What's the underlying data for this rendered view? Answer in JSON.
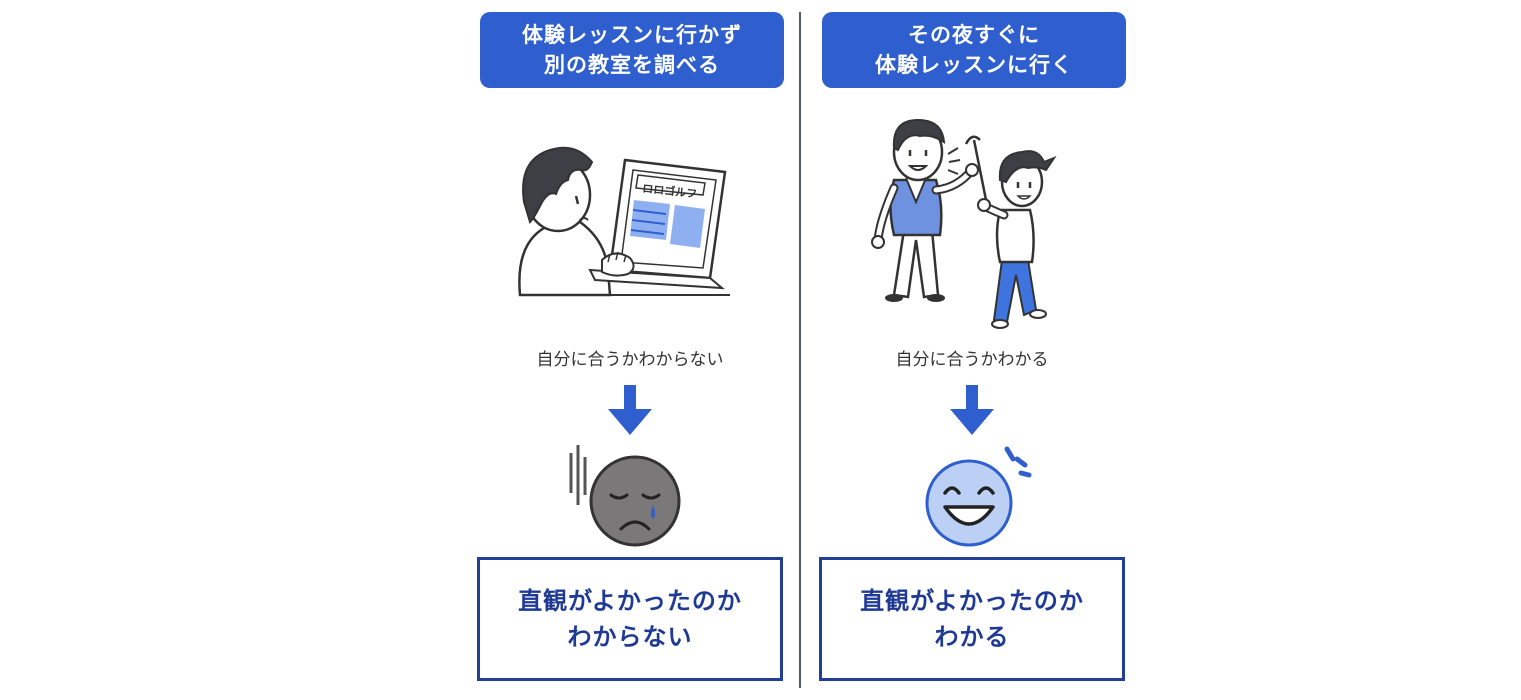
{
  "left": {
    "title_line1": "体験レッスンに行かず",
    "title_line2": "別の教室を調べる",
    "screen_text": "ロロゴルフ",
    "caption": "自分に合うかわからない",
    "result_line1": "直観がよかったのか",
    "result_line2": "わからない"
  },
  "right": {
    "title_line1": "その夜すぐに",
    "title_line2": "体験レッスンに行く",
    "caption": "自分に合うかわかる",
    "result_line1": "直観がよかったのか",
    "result_line2": "わかる"
  },
  "colors": {
    "accent_blue": "#2f5fce",
    "dark_blue": "#233e96",
    "light_blue": "#8fb0f0",
    "sad_gray": "#7a7878"
  },
  "icons": {
    "arrow": "down-arrow-icon",
    "sad_face": "sad-face-icon",
    "happy_face": "happy-face-icon"
  }
}
